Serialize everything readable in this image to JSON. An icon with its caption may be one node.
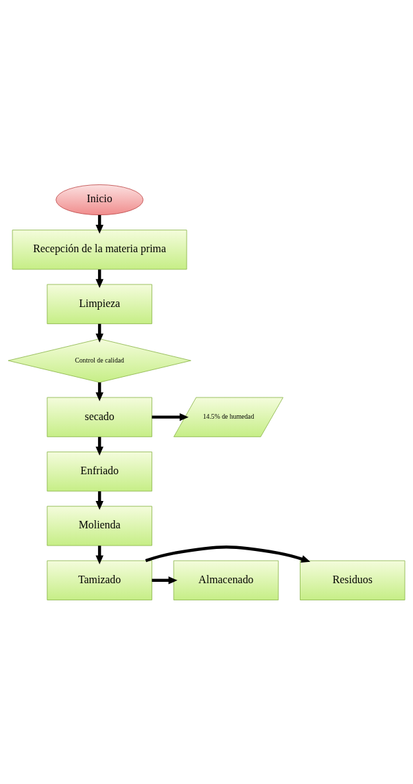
{
  "diagram": {
    "nodes": [
      {
        "text": [
          "Inicio"
        ]
      },
      {
        "text": [
          "Recepción de la materia prima"
        ]
      },
      {
        "text": [
          "Limpieza"
        ]
      },
      {
        "text": [
          "Control de calidad"
        ]
      },
      {
        "text": [
          "secado"
        ]
      },
      {
        "text": [
          "14.5% de humedad"
        ]
      },
      {
        "text": [
          "Enfriado"
        ]
      },
      {
        "text": [
          "Molienda"
        ]
      },
      {
        "text": [
          "Tamizado"
        ]
      },
      {
        "text": [
          "Residuos"
        ]
      },
      {
        "text": [
          "Almacenado"
        ]
      }
    ],
    "edges": [
      {
        "from": 0,
        "to": 1,
        "arrow": "to"
      },
      {
        "from": 1,
        "to": 2,
        "arrow": "to"
      },
      {
        "from": 2,
        "to": 3,
        "arrow": "to"
      },
      {
        "from": 3,
        "to": 4,
        "arrow": "to"
      },
      {
        "from": 4,
        "to": 5,
        "arrow": "to"
      },
      {
        "from": 4,
        "to": 6,
        "arrow": "to"
      },
      {
        "from": 6,
        "to": 7,
        "arrow": "to"
      },
      {
        "from": 7,
        "to": 8,
        "arrow": "to"
      },
      {
        "from": 8,
        "to": 9,
        "arrow": "to"
      },
      {
        "from": 8,
        "to": 10,
        "arrow": "to"
      }
    ]
  }
}
